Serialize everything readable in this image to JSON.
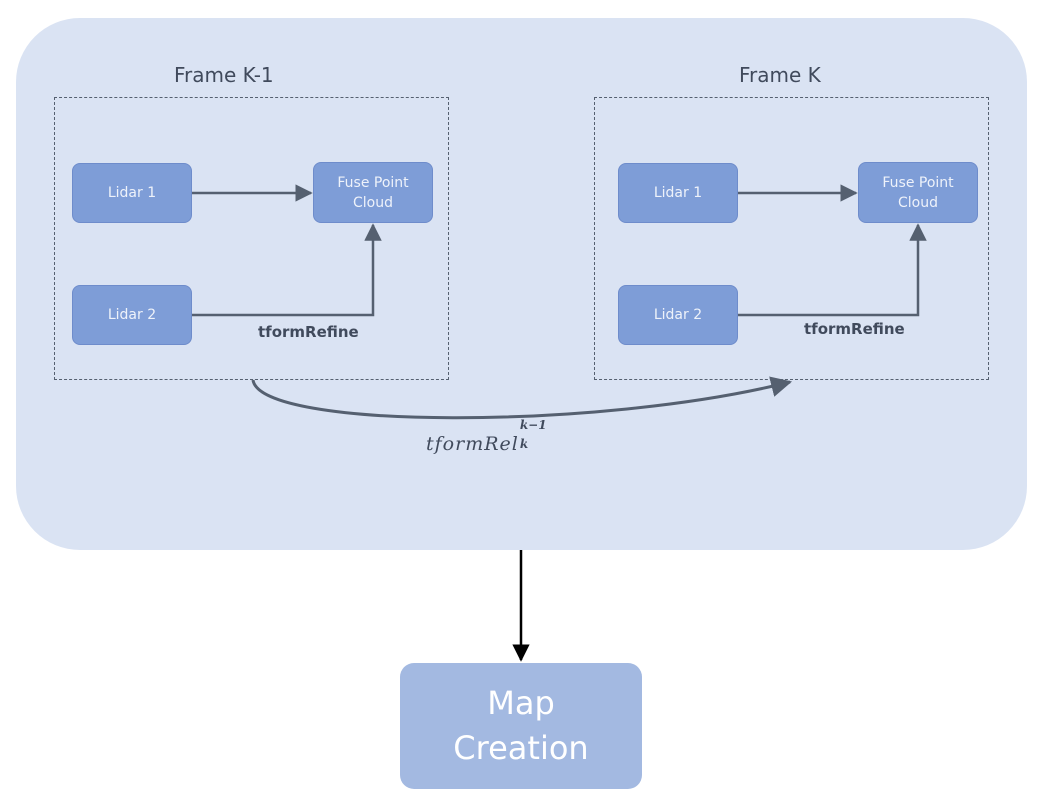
{
  "frames": [
    {
      "title": "Frame K-1",
      "lidar1": "Lidar 1",
      "lidar2": "Lidar 2",
      "fuse_line1": "Fuse Point",
      "fuse_line2": "Cloud",
      "refine_label": "tformRefine"
    },
    {
      "title": "Frame K",
      "lidar1": "Lidar 1",
      "lidar2": "Lidar 2",
      "fuse_line1": "Fuse Point",
      "fuse_line2": "Cloud",
      "refine_label": "tformRefine"
    }
  ],
  "relative_transform": {
    "base": "tformRel",
    "superscript": "k−1",
    "subscript": "k"
  },
  "output": {
    "line1": "Map",
    "line2": "Creation"
  },
  "colors": {
    "panel": "#dae3f3",
    "node": "#7e9dd7",
    "output_node": "#a3b9e1",
    "connector": "#556070"
  }
}
